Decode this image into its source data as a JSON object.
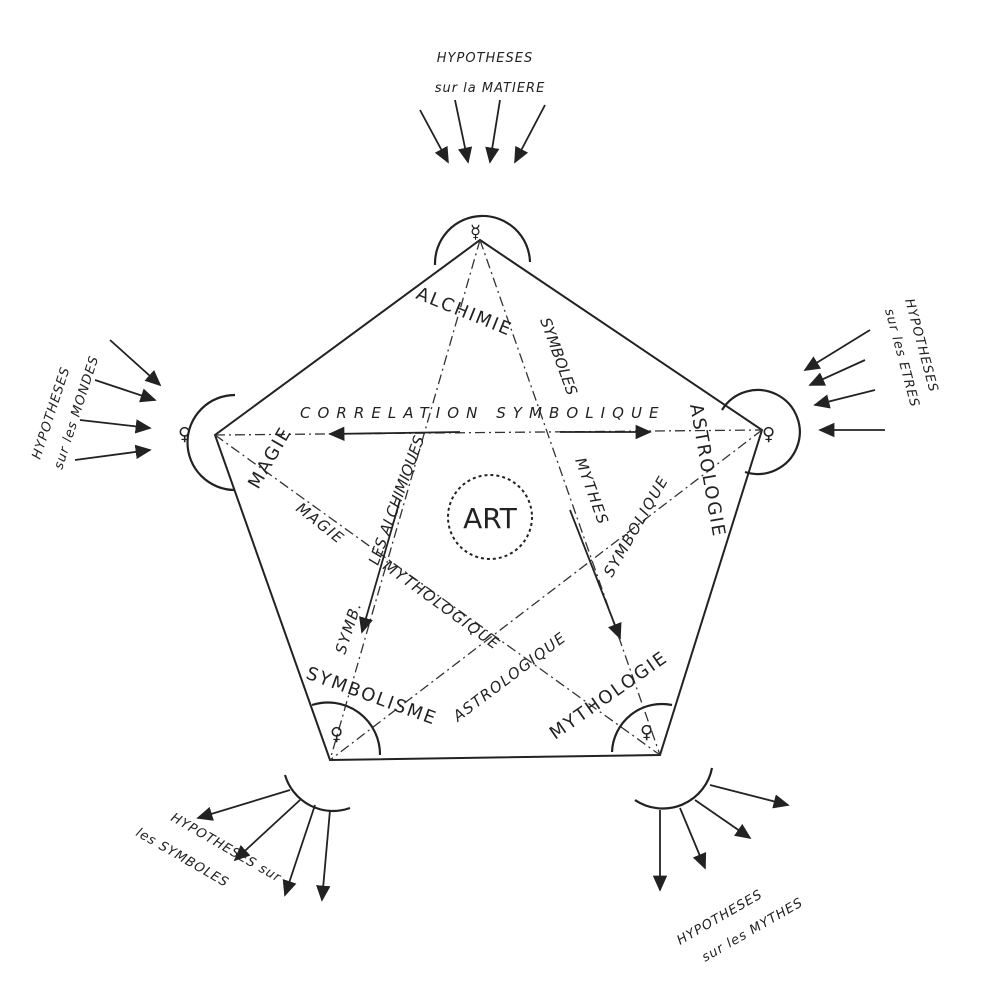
{
  "center": "ART",
  "hypotheses": {
    "top": {
      "line1": "HYPOTHESES",
      "line2": "sur la MATIERE"
    },
    "left": {
      "line1": "HYPOTHESES",
      "line2": "sur les MONDES"
    },
    "right": {
      "line1": "HYPOTHESES",
      "line2": "sur les ETRES"
    },
    "bottom_left": {
      "line1": "HYPOTHESES sur",
      "line2": "les SYMBOLES"
    },
    "bottom_right": {
      "line1": "HYPOTHESES",
      "line2": "sur les MYTHES"
    }
  },
  "edges": {
    "top_left": "ALCHIMIE",
    "top_right": "ASTROLOGIE",
    "left": "MAGIE",
    "bottom_left": "SYMBOLISME",
    "bottom_right": "MYTHOLOGIE"
  },
  "star_lines": {
    "horizontal": "CORRELATION SYMBOLIQUE",
    "left_up": "LES ALCHIMIQUES",
    "top_right_down": "SYMBOLES",
    "left_down": "MAGIE",
    "sym_up": "SYMB.",
    "mytho": "MYTHOLOGIQUE",
    "astro": "ASTROLOGIQUE",
    "right_down": "MYTHES",
    "symbolique": "SYMBOLIQUE"
  }
}
